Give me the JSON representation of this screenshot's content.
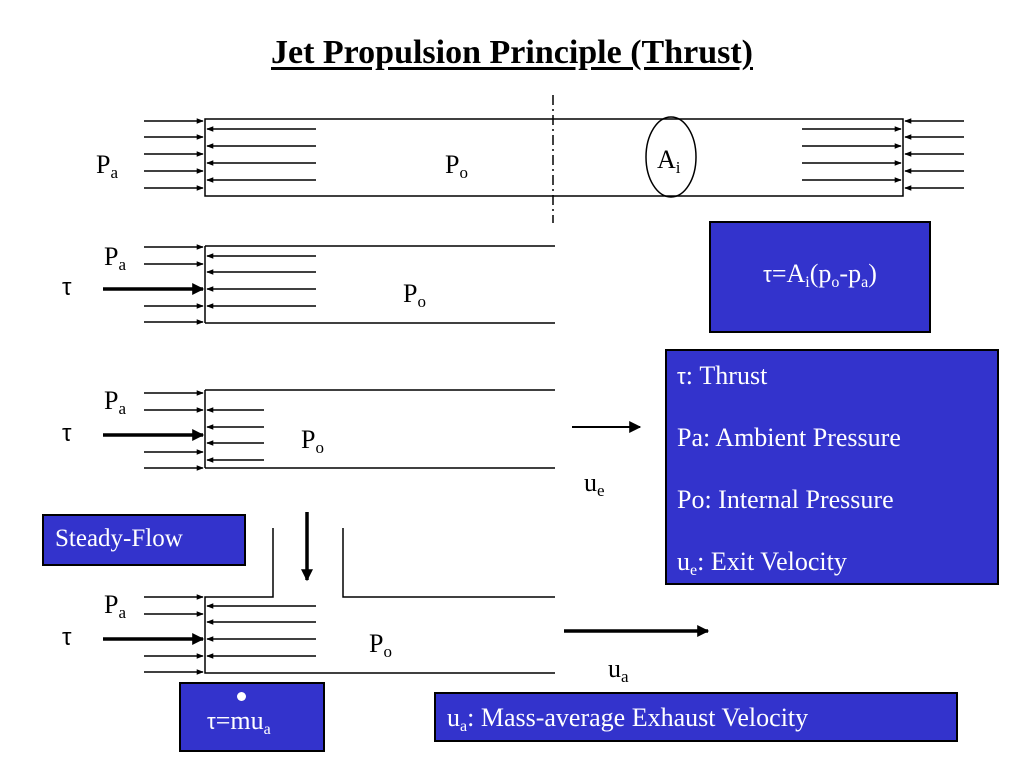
{
  "title": "Jet Propulsion Principle  (Thrust)",
  "labels": {
    "pa_symbol": "P",
    "pa_sub": "a",
    "po_symbol": "P",
    "po_sub": "o",
    "ai_symbol": "A",
    "ai_sub": "i",
    "tau": "τ",
    "ue_symbol": "u",
    "ue_sub": "e",
    "ua_symbol": "u",
    "ua_sub": "a"
  },
  "equation_thrust": {
    "tau": "τ",
    "eq": "=A",
    "i": "i",
    "open": "(p",
    "o": "o",
    "minus": "-p",
    "a": "a",
    "close": ")"
  },
  "legend": {
    "thrust_tau": "τ",
    "thrust_text": ": Thrust",
    "ambient": "Pa: Ambient Pressure",
    "internal": "Po: Internal Pressure",
    "exit_symbol": "u",
    "exit_sub": "e",
    "exit_text": ": Exit Velocity"
  },
  "steady_flow": "Steady-Flow",
  "equation_mass": {
    "tau": "τ",
    "eq": "=",
    "m": "m",
    "u": "u",
    "sub": "a"
  },
  "mass_avg": {
    "symbol": "u",
    "sub": "a",
    "text": ": Mass-average Exhaust Velocity"
  },
  "colors": {
    "box_fill": "#3333cc",
    "box_text": "#ffffff",
    "line": "#000000"
  }
}
